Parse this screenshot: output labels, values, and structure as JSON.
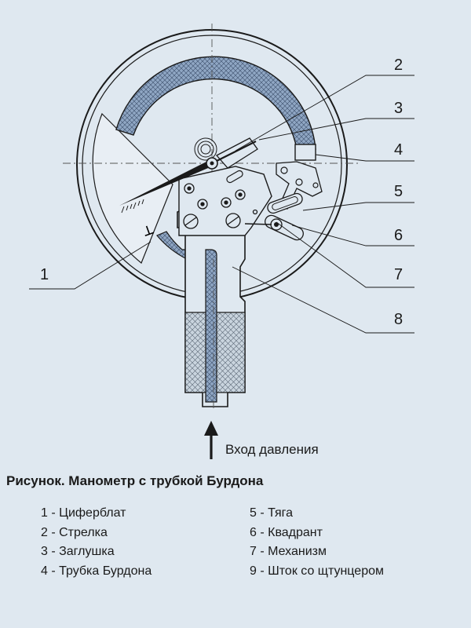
{
  "diagram": {
    "callouts": [
      "1",
      "2",
      "3",
      "4",
      "5",
      "6",
      "7",
      "8"
    ],
    "inlet_label": "Вход давления"
  },
  "caption": "Рисунок. Манометр с трубкой Бурдона",
  "legend": {
    "left": [
      "1 - Циферблат",
      "2 - Стрелка",
      "3 - Заглушка",
      "4 - Трубка Бурдона"
    ],
    "right": [
      "5 - Тяга",
      "6 - Квадрант",
      "7 - Механизм",
      "9 - Шток со щтунцером"
    ]
  },
  "colors": {
    "background": "#dfe8f0",
    "tube_fill": "#8fa6c3",
    "line": "#1a1a1a"
  }
}
